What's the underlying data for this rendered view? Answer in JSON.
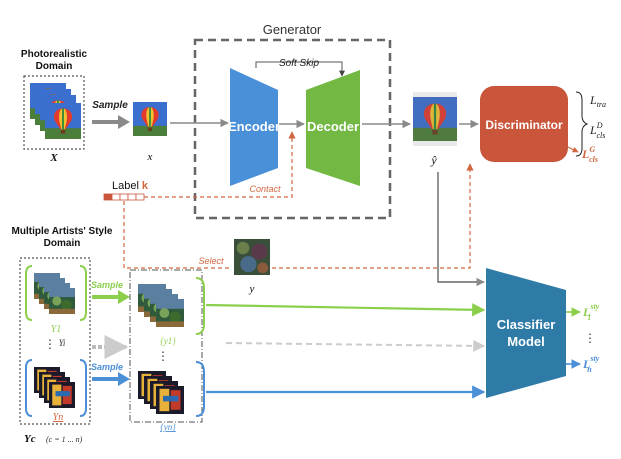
{
  "colors": {
    "encoder": "#4a90d9",
    "decoder": "#72b843",
    "discriminator": "#c9553a",
    "classifier": "#2f7ba8",
    "green_flow": "#8ccf4d",
    "blue_flow": "#4b8fd6",
    "red_dashed": "#d2663f",
    "gray_arrow": "#8a8a8a"
  },
  "generator": {
    "title": "Generator",
    "encoder": "Encoder",
    "decoder": "Decoder",
    "soft_skip": "Soft Skip"
  },
  "photo_domain": {
    "title_line1": "Photorealistic",
    "title_line2": "Domain",
    "set_label": "X",
    "sample": "Sample",
    "x_label": "x"
  },
  "label_k": {
    "label": "Label",
    "k": "k",
    "contact": "Contact"
  },
  "output": {
    "y_hat": "ŷ"
  },
  "discriminator": {
    "title": "Discriminator",
    "L_tra": "L",
    "L_tra_sub": "tra",
    "L_cls_D": "L",
    "L_cls_D_sup": "D",
    "L_cls_D_sub": "cls",
    "L_cls_G": "L",
    "L_cls_G_sup": "G",
    "L_cls_G_sub": "cls"
  },
  "style_domain": {
    "title_line1": "Multiple Artists' Style",
    "title_line2": "Domain",
    "Y1": "Y1",
    "Yi": "Yi",
    "Yn": "Yn",
    "Yc": "Yc",
    "Yc_range": "(c = 1 ... n)",
    "sample1": "Sample",
    "sample2": "Sample",
    "select": "Select",
    "y_label": "y",
    "y1_set": "{y1}",
    "yn_set": "{yn}"
  },
  "classifier": {
    "line1": "Classifier",
    "line2": "Model",
    "L1": "L",
    "L1_sub": "1",
    "L1_sup": "sty",
    "Ln": "L",
    "Ln_sub": "n",
    "Ln_sup": "sty",
    "dots": "⋮"
  },
  "icons": {
    "balloon": "hot-air-balloon-photo",
    "painting": "painting-thumbnail"
  }
}
